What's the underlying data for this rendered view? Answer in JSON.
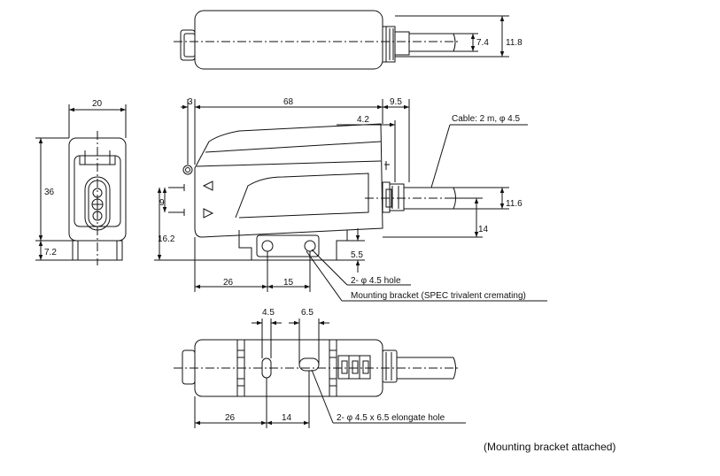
{
  "dimensions": {
    "top_cable_outer": "7.4",
    "top_overall_height": "11.8",
    "front_width": "20",
    "front_height": "36",
    "front_bottom": "7.2",
    "side_head": "3",
    "side_length": "68",
    "side_cable_offset": "9.5",
    "side_cable_inner": "4.2",
    "side_arrow_pitch": "9",
    "side_bottom_height": "16.2",
    "side_cable_height": "11.6",
    "side_cable_lower": "14",
    "side_bracket_thick": "5.5",
    "side_hole_pos_1": "26",
    "side_hole_pos_2": "15",
    "bottom_hole_w1": "4.5",
    "bottom_hole_w2": "6.5",
    "bottom_pos_1": "26",
    "bottom_pos_2": "14"
  },
  "notes": {
    "cable": "Cable: 2 m,  φ 4.5",
    "holes": "2-  φ 4.5 hole",
    "bracket": "Mounting bracket (SPEC trivalent cremating)",
    "elongate": "2-  φ 4.5 x 6.5 elongate hole"
  },
  "caption": "(Mounting bracket attached)",
  "colors": {
    "line": "#111111",
    "background": "#ffffff"
  }
}
